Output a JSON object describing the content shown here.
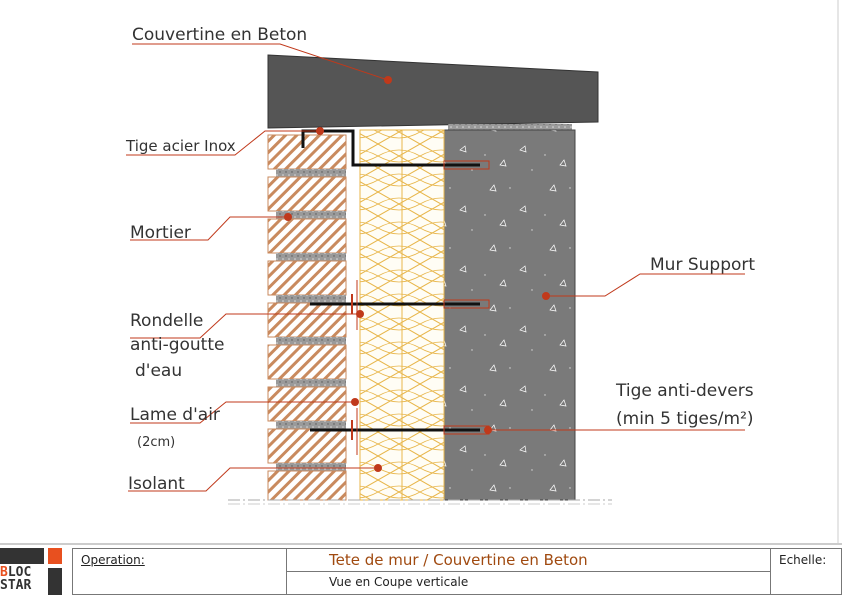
{
  "labels": {
    "couvertine": "Couvertine en Beton",
    "tige_acier": "Tige acier Inox",
    "mortier": "Mortier",
    "rondelle_1": "Rondelle",
    "rondelle_2": "anti-goutte",
    "rondelle_3": "d'eau",
    "lame_air": "Lame d'air",
    "lame_air_dim": "(2cm)",
    "isolant": "Isolant",
    "mur_support": "Mur Support",
    "tige_devers_1": "Tige anti-devers",
    "tige_devers_2": "(min 5 tiges/m²)"
  },
  "title_block": {
    "logo_line1": "BLOC",
    "logo_line2": "STAR",
    "operation_label": "Operation:",
    "title": "Tete de mur / Couvertine en Beton",
    "subtitle": "Vue  en  Coupe  verticale",
    "echelle_label": "Echelle:"
  },
  "colors": {
    "leader": "#c0391b",
    "brick": "#c98a5e",
    "insulation": "#e8b64a",
    "concrete": "#7a7a7a",
    "coping": "#555555",
    "accent": "#e8501f"
  }
}
